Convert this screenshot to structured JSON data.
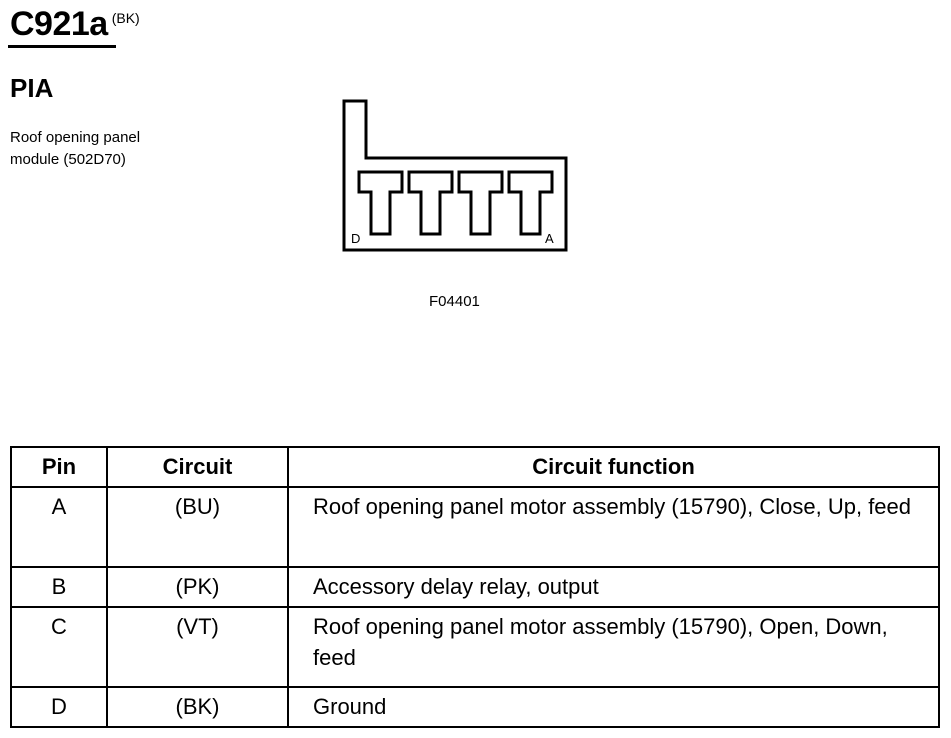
{
  "connector": {
    "id": "C921a",
    "color": "(BK)",
    "location_code": "PIA",
    "description_lines": [
      "Roof opening panel",
      "module (502D70)"
    ]
  },
  "diagram": {
    "pin_left_label": "D",
    "pin_right_label": "A",
    "figure_code": "F04401"
  },
  "table": {
    "headers": {
      "pin": "Pin",
      "circuit": "Circuit",
      "function": "Circuit function"
    },
    "rows": [
      {
        "pin": "A",
        "circuit": "(BU)",
        "function": "Roof opening panel motor assembly (15790), Close, Up, feed"
      },
      {
        "pin": "B",
        "circuit": "(PK)",
        "function": "Accessory delay relay, output"
      },
      {
        "pin": "C",
        "circuit": "(VT)",
        "function": "Roof opening panel motor assembly (15790), Open, Down, feed"
      },
      {
        "pin": "D",
        "circuit": "(BK)",
        "function": "Ground"
      }
    ]
  }
}
